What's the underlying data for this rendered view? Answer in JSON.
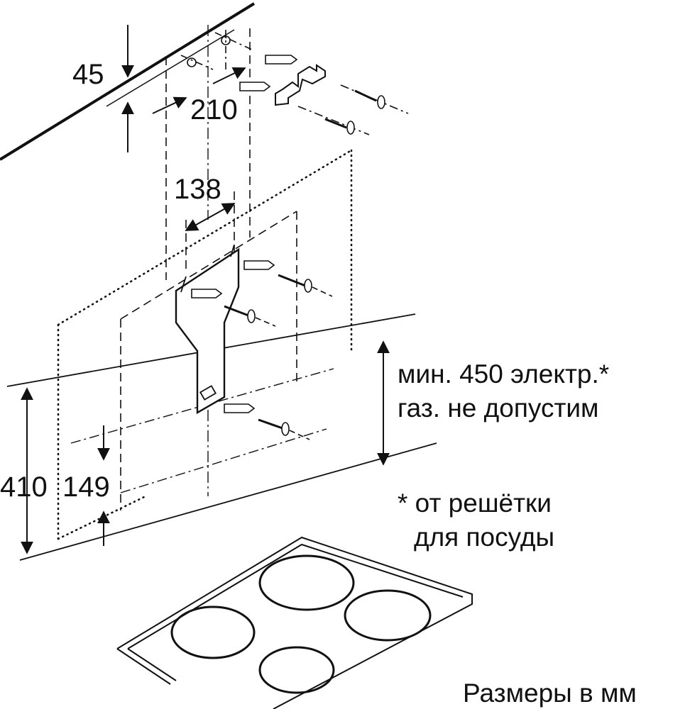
{
  "dimensions": {
    "ceiling_offset": "45",
    "top_hole_spacing": "210",
    "bracket_spacing": "138",
    "min_height_total": "410",
    "bracket_to_bottom": "149"
  },
  "notes": {
    "min_height_line1": "мин. 450 электр.*",
    "min_height_line2": "газ. не допустим",
    "footnote_line1": "* от решётки",
    "footnote_line2": "для посуды",
    "units": "Размеры в мм"
  },
  "colors": {
    "line": "#111111",
    "background": "#ffffff"
  }
}
